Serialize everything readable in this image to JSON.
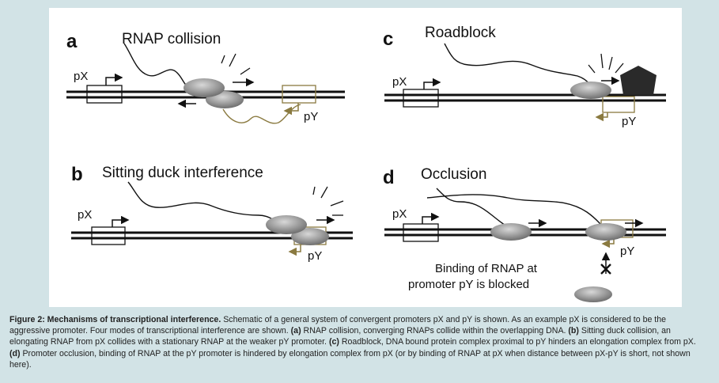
{
  "panels": [
    {
      "letter": "a",
      "title": "RNAP  collision",
      "px": "pX",
      "py": "pY"
    },
    {
      "letter": "b",
      "title": "Sitting duck interference",
      "px": "pX",
      "py": "pY"
    },
    {
      "letter": "c",
      "title": "Roadblock",
      "px": "pX",
      "py": "pY"
    },
    {
      "letter": "d",
      "title": "Occlusion",
      "px": "pX",
      "py": "pY",
      "note_line1": "Binding of RNAP at",
      "note_line2": "promoter  pY is blocked"
    }
  ],
  "caption": {
    "title": "Figure 2: Mechanisms of transcriptional interference.",
    "intro": " Schematic of a general system of convergent promoters pX and pY is shown. As an example pX is considered to be the aggressive promoter. Four modes of transcriptional interference are shown. ",
    "a_label": "(a)",
    "a_text": " RNAP collision, converging RNAPs collide within the overlapping DNA. ",
    "b_label": "(b)",
    "b_text": " Sitting duck collision, an elongating RNAP from pX collides with a stationary RNAP at the weaker pY promoter. ",
    "c_label": "(c)",
    "c_text": " Roadblock, DNA bound protein complex proximal to pY hinders an elongation complex from pX. ",
    "d_label": "(d)",
    "d_text": " Promoter occlusion, binding of RNAP at the pY promoter is hindered by elongation complex from pX (or by binding of RNAP at pX when distance between pX-pY is short, not shown here)."
  },
  "colors": {
    "background": "#d2e3e6",
    "rnap": "#9a9a9a",
    "promoter_y": "#8a7a40",
    "roadblock": "#2a2a2a"
  }
}
